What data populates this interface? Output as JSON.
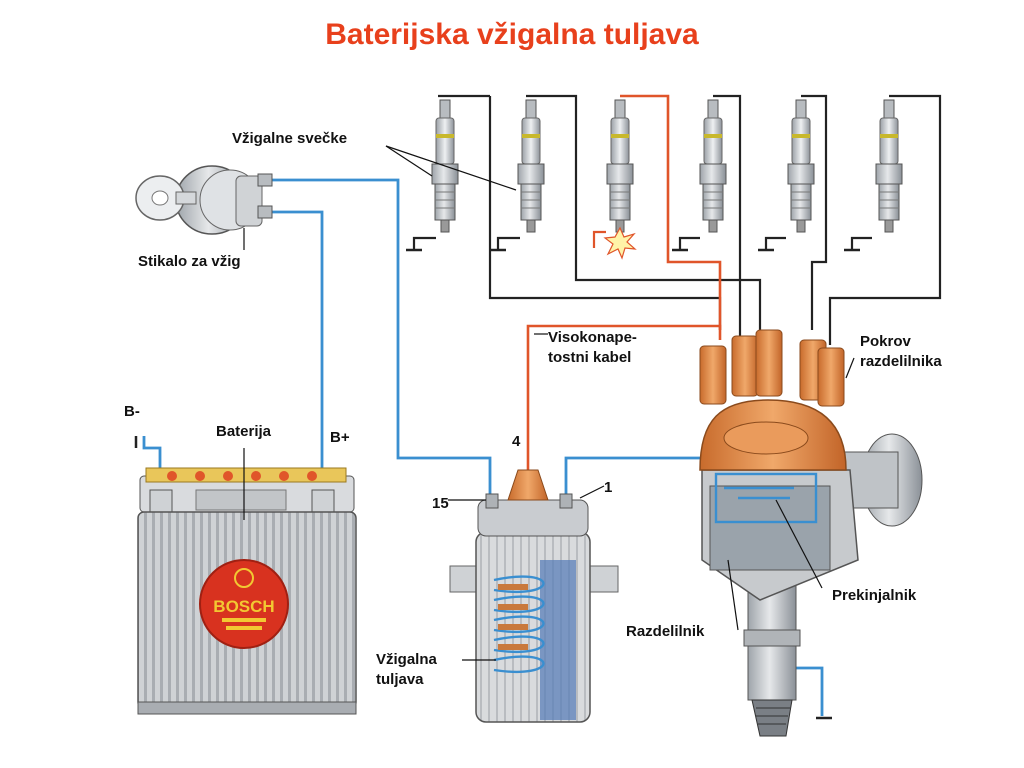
{
  "title": "Baterijska vžigalna tuljava",
  "colors": {
    "title": "#e8401c",
    "low_voltage_wire": "#3a8fd0",
    "high_voltage_wire": "#e0552a",
    "ground_wire": "#222222",
    "distributor_cap": "#e08a4a",
    "battery_body": "#c9cbce",
    "bosch_red": "#d8321f",
    "bosch_yellow": "#f2c832",
    "coil_body": "#d7d9dc"
  },
  "labels": {
    "spark_plugs": "Vžigalne svečke",
    "ignition_switch": "Stikalo za vžig",
    "battery": "Baterija",
    "battery_minus": "B-",
    "battery_plus": "B+",
    "ht_cable_line1": "Visokonape-",
    "ht_cable_line2": "tostni kabel",
    "cap_line1": "Pokrov",
    "cap_line2": "razdelilnika",
    "terminal_4": "4",
    "terminal_15": "15",
    "terminal_1": "1",
    "breaker": "Prekinjalnik",
    "distributor": "Razdelilnik",
    "coil_line1": "Vžigalna",
    "coil_line2": "tuljava",
    "bosch_logo": "BOSCH"
  },
  "icons": {
    "spark": "spark-burst-icon",
    "key": "key-icon",
    "ground": "ground-symbol-icon"
  }
}
